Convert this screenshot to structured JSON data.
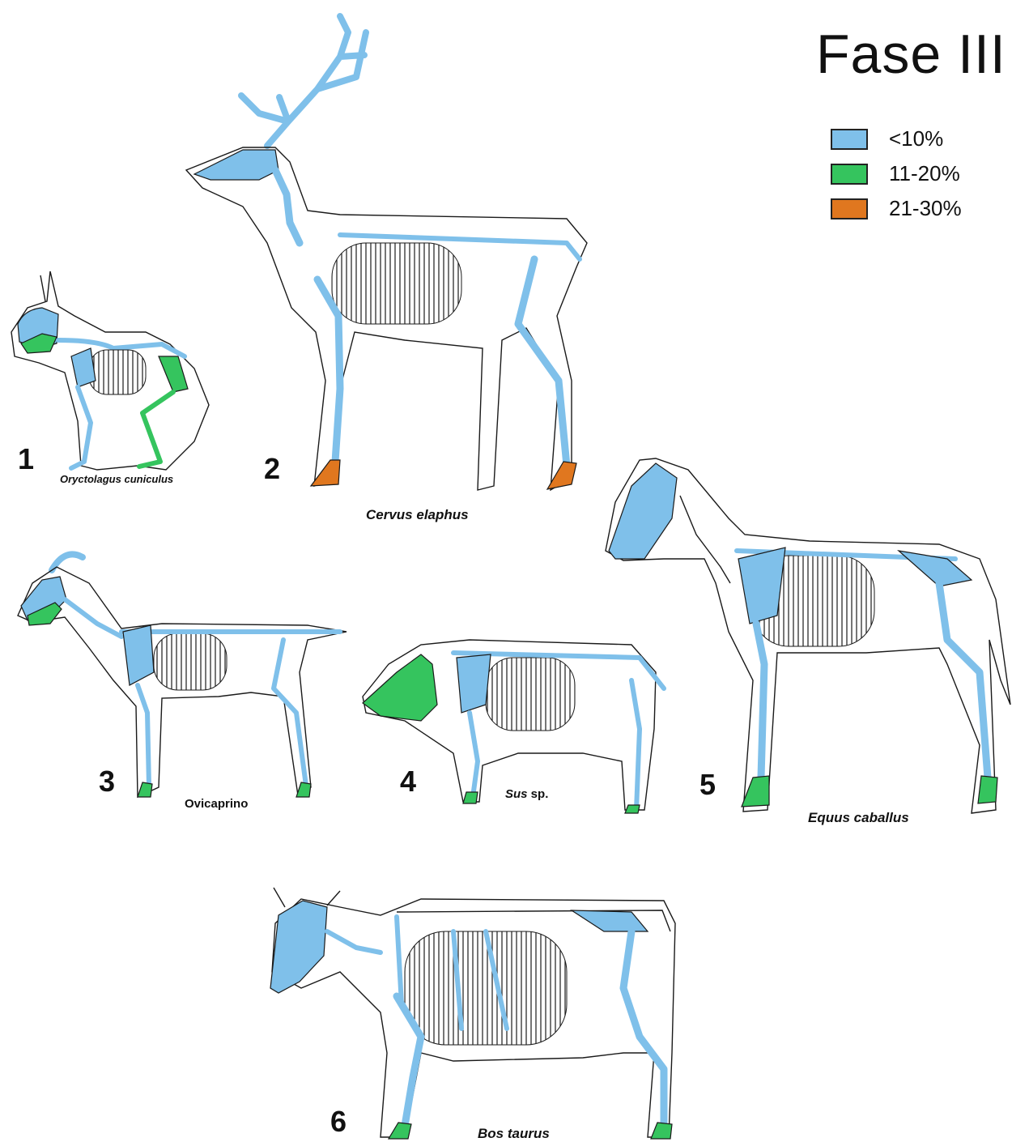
{
  "title": "Fase III",
  "legend": [
    {
      "label": "<10%",
      "color": "#7fc0ea"
    },
    {
      "label": "11-20%",
      "color": "#35c45e"
    },
    {
      "label": "21-30%",
      "color": "#e0771f"
    }
  ],
  "outline_color": "#1a1a1a",
  "animals": [
    {
      "number": "1",
      "name": "Oryctolagus cuniculus",
      "name_suffix": ""
    },
    {
      "number": "2",
      "name": "Cervus elaphus",
      "name_suffix": ""
    },
    {
      "number": "3",
      "name": "Ovicaprino",
      "name_suffix": ""
    },
    {
      "number": "4",
      "name": "Sus",
      "name_suffix": " sp."
    },
    {
      "number": "5",
      "name": "Equus caballus",
      "name_suffix": ""
    },
    {
      "number": "6",
      "name": "Bos taurus",
      "name_suffix": ""
    }
  ]
}
